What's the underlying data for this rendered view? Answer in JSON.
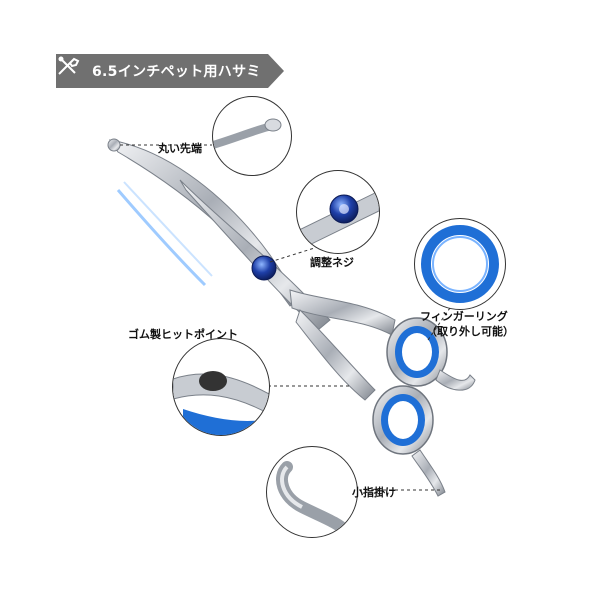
{
  "banner": {
    "title": "6.5インチペット用ハサミ",
    "icon": "tools-icon"
  },
  "callouts": {
    "round_tip": "丸い先端",
    "adjust_screw": "調整ネジ",
    "finger_ring_line1": "フィンガーリング",
    "finger_ring_line2": "（取り外し可能）",
    "rubber_stopper": "ゴム製ヒットポイント",
    "finger_rest": "小指掛け"
  },
  "colors": {
    "accent_blue": "#1f6fd6",
    "banner_gray": "#707070",
    "steel": "#c8ccd2"
  }
}
